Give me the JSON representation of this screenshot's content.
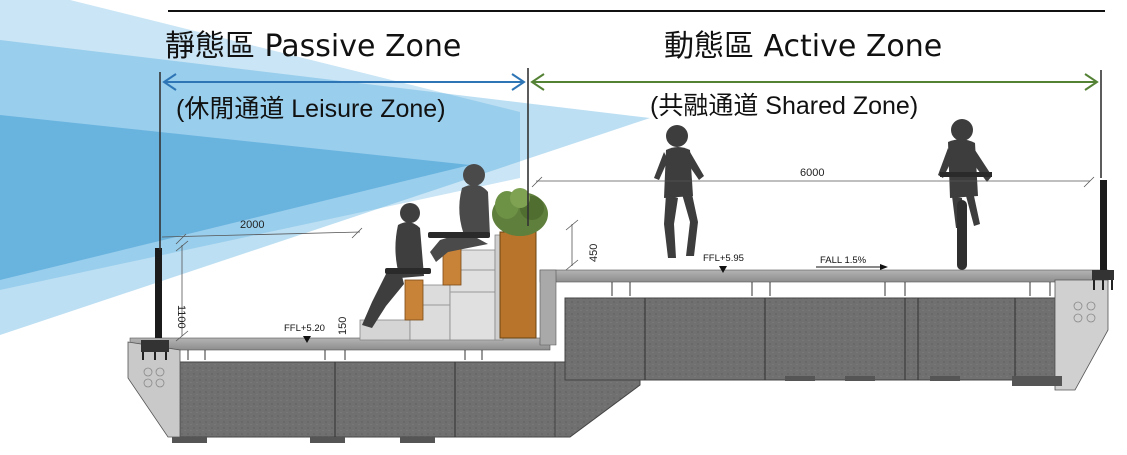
{
  "passive_zone": {
    "title": "靜態區 Passive Zone",
    "subtitle": "(休閒通道 Leisure Zone)",
    "width_label": "2000",
    "rail_height_label": "1100",
    "level_label": "FFL+5.20",
    "step_label": "150"
  },
  "active_zone": {
    "title": "動態區 Active Zone",
    "subtitle": "(共融通道 Shared Zone)",
    "width_label": "6000",
    "level_label": "FFL+5.95",
    "fall_label": "FALL 1.5%"
  },
  "planter": {
    "height_label": "450"
  },
  "colors": {
    "passive_arrow": "#2e75b6",
    "active_arrow": "#548235",
    "view_cone": "#3fa3dc",
    "structure": "#6f6f6f",
    "planter": "#b8742a",
    "greenery": "#5f7f3c"
  }
}
